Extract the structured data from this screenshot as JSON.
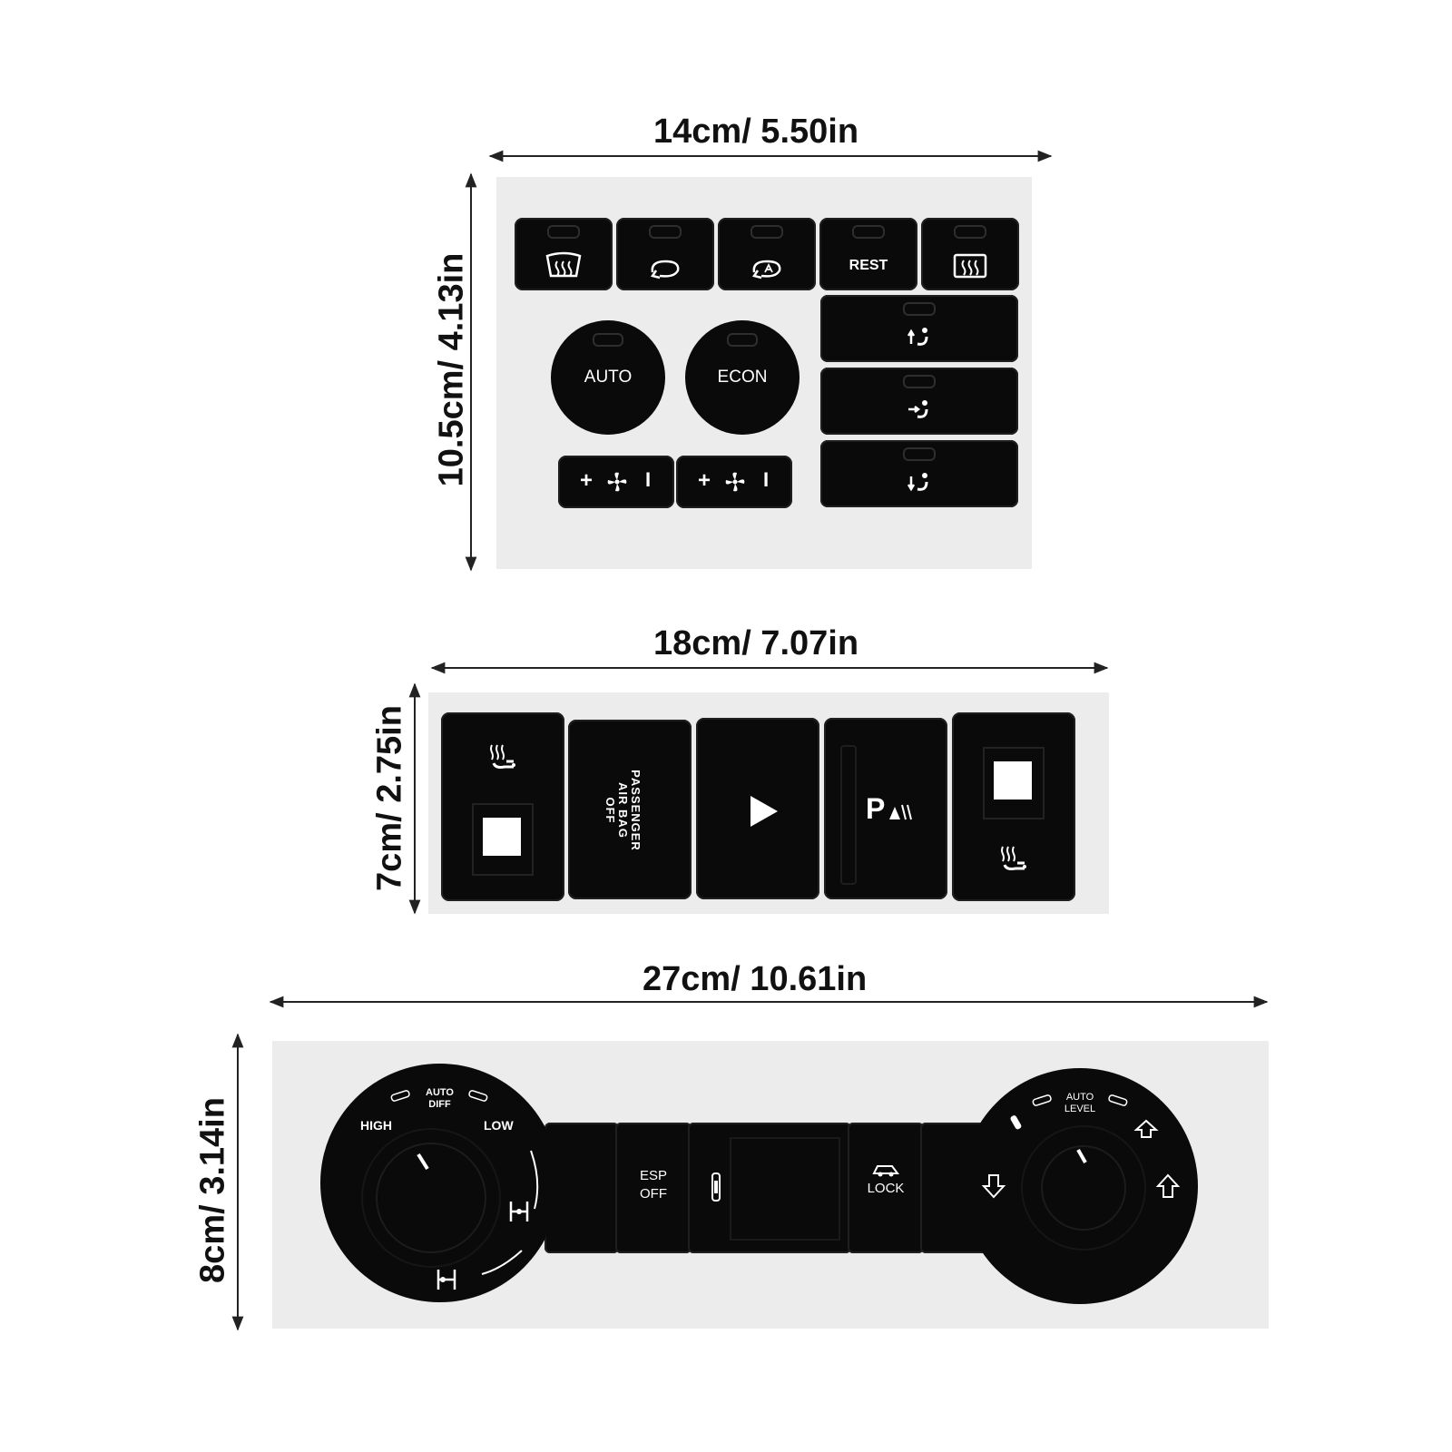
{
  "dimensions": {
    "sheet1_width": "14cm/ 5.50in",
    "sheet1_height": "10.5cm/ 4.13in",
    "sheet2_width": "18cm/ 7.07in",
    "sheet2_height": "7cm/ 2.75in",
    "sheet3_width": "27cm/ 10.61in",
    "sheet3_height": "8cm/ 3.14in"
  },
  "sheet1": {
    "top_row": [
      {
        "icon": "front-defrost-icon"
      },
      {
        "icon": "recirculation-icon"
      },
      {
        "icon": "auto-recirculation-icon"
      },
      {
        "label": "REST"
      },
      {
        "icon": "rear-defrost-icon"
      }
    ],
    "auto_label": "AUTO",
    "econ_label": "ECON",
    "fan_plus": "+",
    "fan_minus": "I",
    "vent_buttons": [
      "vent-up-icon",
      "vent-face-icon",
      "vent-feet-icon"
    ]
  },
  "sheet2": {
    "airbag_lines": [
      "PASSENGER",
      "AIR BAG",
      "OFF"
    ],
    "park_label": "P"
  },
  "sheet3": {
    "auto_diff": [
      "AUTO",
      "DIFF"
    ],
    "high": "HIGH",
    "low": "LOW",
    "esp": [
      "ESP",
      "OFF"
    ],
    "lock": "LOCK",
    "auto_level": [
      "AUTO",
      "LEVEL"
    ]
  }
}
